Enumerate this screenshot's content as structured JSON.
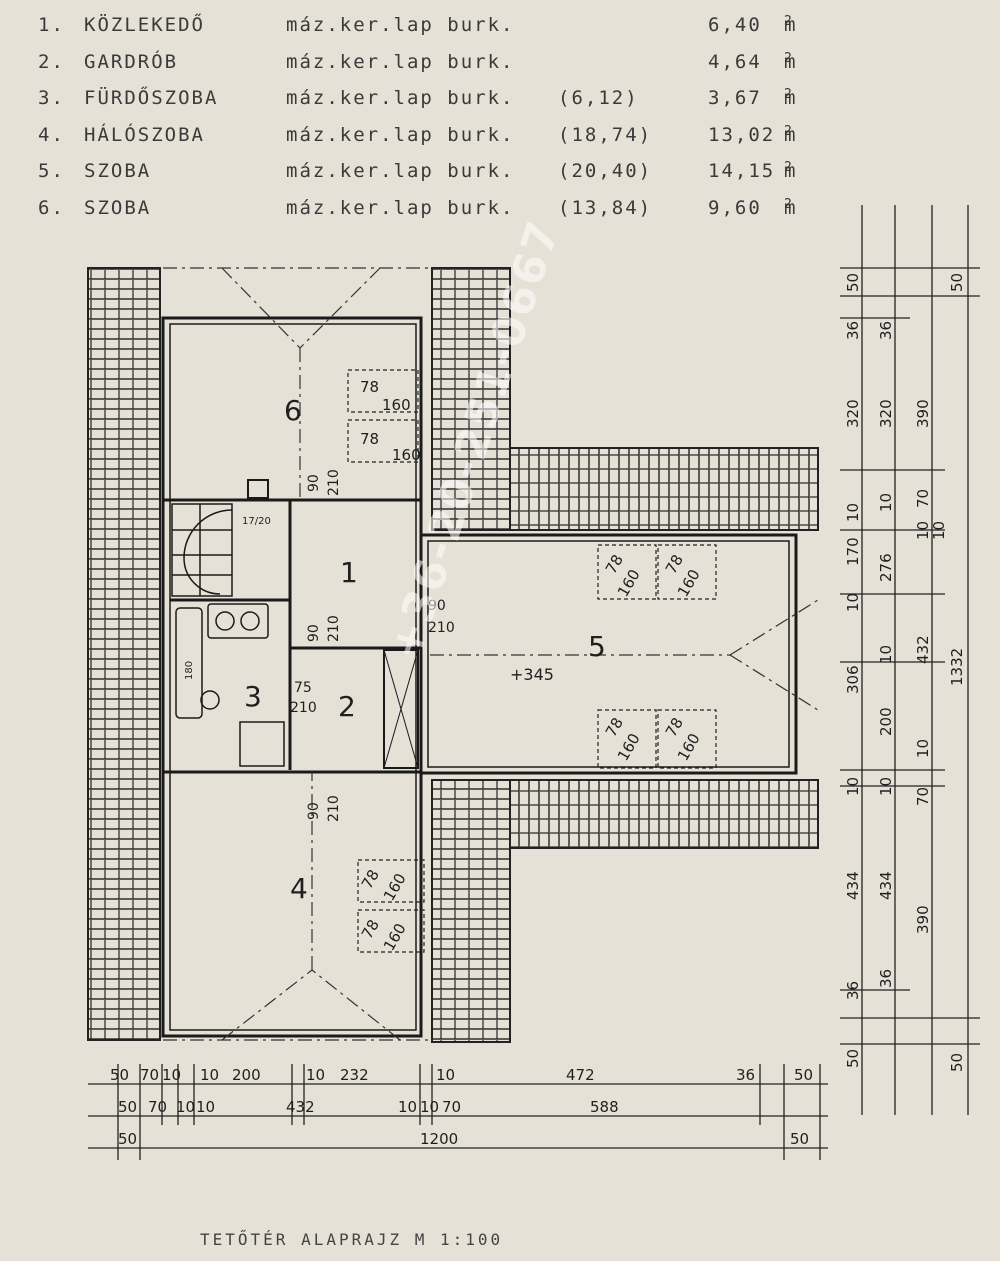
{
  "rooms": [
    {
      "num": "1.",
      "name": "KÖZLEKEDŐ",
      "finish": "máz.ker.lap burk.",
      "capacity": "",
      "area": "6,40",
      "unit": "m"
    },
    {
      "num": "2.",
      "name": "GARDRÓB",
      "finish": "máz.ker.lap burk.",
      "capacity": "",
      "area": "4,64",
      "unit": "m"
    },
    {
      "num": "3.",
      "name": "FÜRDŐSZOBA",
      "finish": "máz.ker.lap burk.",
      "capacity": "(6,12)",
      "area": "3,67",
      "unit": "m"
    },
    {
      "num": "4.",
      "name": "HÁLÓSZOBA",
      "finish": "máz.ker.lap burk.",
      "capacity": "(18,74)",
      "area": "13,02",
      "unit": "m"
    },
    {
      "num": "5.",
      "name": "SZOBA",
      "finish": "máz.ker.lap burk.",
      "capacity": "(20,40)",
      "area": "14,15",
      "unit": "m"
    },
    {
      "num": "6.",
      "name": "SZOBA",
      "finish": "máz.ker.lap burk.",
      "capacity": "(13,84)",
      "area": "9,60",
      "unit": "m"
    }
  ],
  "area_exponent": "2",
  "plan": {
    "room_labels": [
      "6",
      "1",
      "3",
      "2",
      "5",
      "4"
    ],
    "window_labels": {
      "w1a": "78",
      "w1b": "160"
    },
    "door_labels": {
      "d1a": "90",
      "d1b": "210",
      "d3a": "75",
      "d3b": "210"
    },
    "elevation": "+345",
    "stair_label": "17/20",
    "bath_label": "180"
  },
  "dims": {
    "bottom_row1": [
      "50",
      "70",
      "10",
      "10",
      "200",
      "10",
      "232",
      "10",
      "472",
      "36",
      "50"
    ],
    "bottom_row2": [
      "50",
      "70",
      "10",
      "10",
      "432",
      "10",
      "10",
      "70",
      "588"
    ],
    "bottom_row3": [
      "50",
      "1200",
      "50"
    ],
    "right_col1": [
      "50",
      "36",
      "320",
      "10",
      "170",
      "10",
      "306",
      "10",
      "434",
      "36",
      "50"
    ],
    "right_col2": [
      "36",
      "320",
      "10",
      "276",
      "10",
      "200",
      "10",
      "434",
      "36"
    ],
    "right_col3": [
      "50",
      "390",
      "70",
      "10",
      "10",
      "432",
      "10",
      "70",
      "390",
      "50"
    ],
    "total": "1332"
  },
  "caption": "TETŐTÉR ALAPRAJZ  M 1:100",
  "watermark": "+36-20-251-0667",
  "colors": {
    "ink": "#1f1f1f",
    "paper": "#e6e1d6"
  }
}
